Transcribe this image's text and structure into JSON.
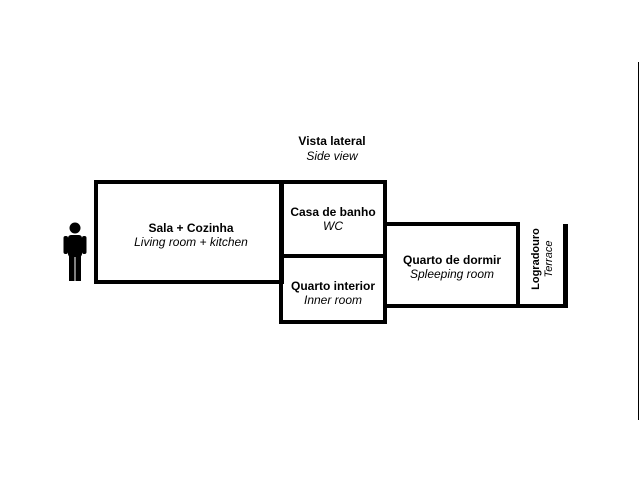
{
  "title": {
    "pt": "Vista lateral",
    "en": "Side view"
  },
  "rooms": {
    "living": {
      "pt": "Sala + Cozinha",
      "en": "Living room + kitchen"
    },
    "bath": {
      "pt": "Casa de banho",
      "en": "WC"
    },
    "inner": {
      "pt": "Quarto interior",
      "en": "Inner room"
    },
    "sleeping": {
      "pt": "Quarto de dormir",
      "en": "Spleeping room"
    },
    "terrace": {
      "pt": "Logradouro",
      "en": "Terrace"
    }
  },
  "icons": {
    "person": "person-icon"
  }
}
